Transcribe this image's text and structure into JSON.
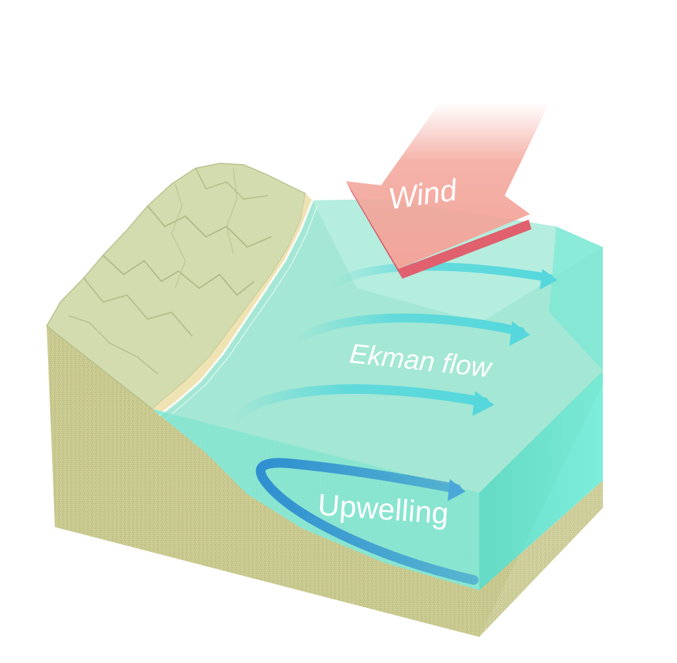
{
  "labels": {
    "wind": "Wind",
    "ekman": "Ekman flow",
    "upwelling": "Upwelling"
  },
  "colors": {
    "background": "#ffffff",
    "land_top": "#d3dcae",
    "land_rock": "#c3cf98",
    "soil": "#c6c88f",
    "water_surface": "#9fe6d2",
    "water_front": "#7eeadc",
    "water_side": "#5fdcc8",
    "ekman_arrow": "#55d7dc",
    "upwelling_arrow": "#2f8fd0",
    "wind_arrow": "#f3a59a",
    "wind_arrow_side": "#e0606e"
  }
}
